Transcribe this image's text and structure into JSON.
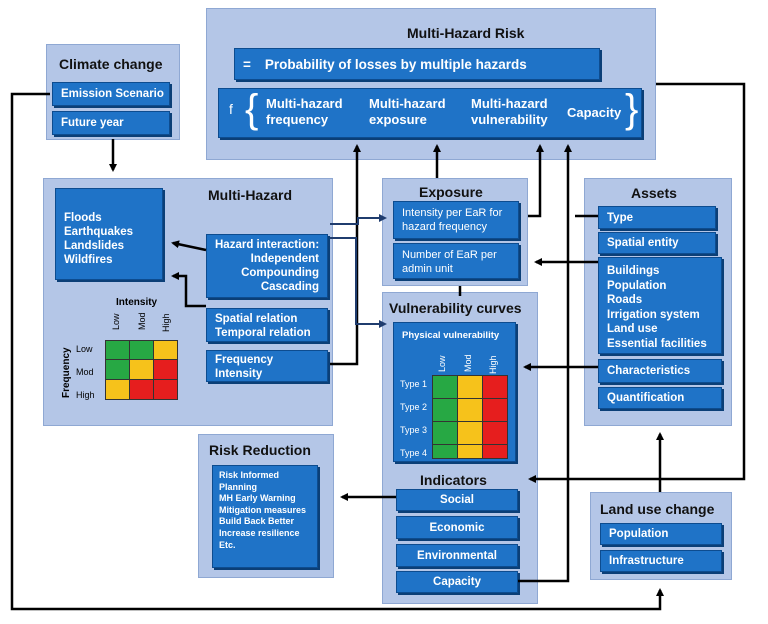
{
  "risk": {
    "title": "Multi-Hazard Risk",
    "equals": "=",
    "definition": "Probability of losses by multiple hazards",
    "f": "f",
    "brace_open": "{",
    "brace_close": "}",
    "freq_1": "Multi-hazard",
    "freq_2": "frequency",
    "exp_1": "Multi-hazard",
    "exp_2": "exposure",
    "vul_1": "Multi-hazard",
    "vul_2": "vulnerability",
    "capacity": "Capacity"
  },
  "climate": {
    "title": "Climate change",
    "emission": "Emission Scenario",
    "future": "Future year"
  },
  "multihazard": {
    "title": "Multi-Hazard",
    "hazards": [
      "Floods",
      "Earthquakes",
      "Landslides",
      "Wildfires"
    ],
    "interaction": [
      "Hazard interaction:",
      "Independent",
      "Compounding",
      "Cascading"
    ],
    "relation": [
      "Spatial relation",
      "Temporal relation"
    ],
    "freqint": [
      "Frequency",
      "Intensity"
    ],
    "intensity_label": "Intensity",
    "frequency_label": "Frequency",
    "col_labels": [
      "Low",
      "Mod",
      "High"
    ],
    "row_labels": [
      "Low",
      "Mod",
      "High"
    ]
  },
  "exposure": {
    "title": "Exposure",
    "item1": [
      "Intensity per EaR for",
      "hazard  frequency"
    ],
    "item2": [
      "Number  of EaR per",
      "admin unit"
    ]
  },
  "assets": {
    "title": "Assets",
    "type": "Type",
    "spatial": "Spatial entity",
    "list": [
      "Buildings",
      "Population",
      "Roads",
      "Irrigation system",
      "Land use",
      "Essential facilities"
    ],
    "characteristics": "Characteristics",
    "quantification": "Quantification"
  },
  "vulnerability": {
    "title": "Vulnerability curves",
    "physical": "Physical  vulnerability",
    "col_labels": [
      "Low",
      "Mod",
      "High"
    ],
    "row_labels": [
      "Type 1",
      "Type 2",
      "Type 3",
      "Type 4"
    ]
  },
  "indicators": {
    "title": "Indicators",
    "items": [
      "Social",
      "Economic",
      "Environmental",
      "Capacity"
    ]
  },
  "risk_reduction": {
    "title": "Risk Reduction",
    "items": [
      "Risk Informed",
      "Planning",
      "MH Early Warning",
      "Mitigation  measures",
      "Build Back Better",
      "Increase  resilience",
      "Etc."
    ]
  },
  "landuse": {
    "title": "Land use change",
    "population": "Population",
    "infrastructure": "Infrastructure"
  },
  "colors": {
    "panel": "#b4c6e7",
    "box": "#1f73c7",
    "low": "#27a844",
    "mod": "#f6c21b",
    "high": "#e61e1e"
  }
}
